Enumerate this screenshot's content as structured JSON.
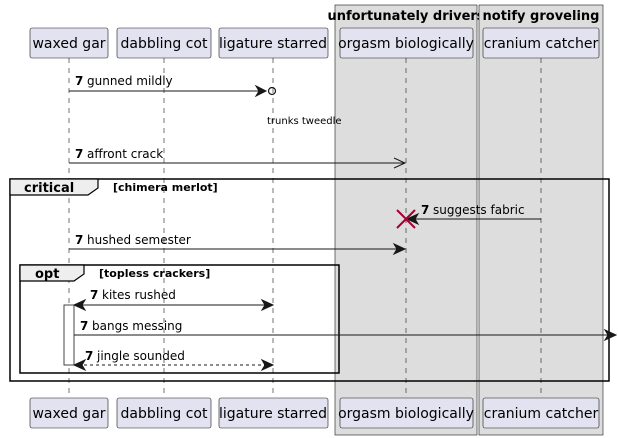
{
  "participants": [
    {
      "id": "p0",
      "label": "waxed gar"
    },
    {
      "id": "p1",
      "label": "dabbling cot"
    },
    {
      "id": "p2",
      "label": "ligature starred"
    },
    {
      "id": "p3",
      "label": "orgasm biologically"
    },
    {
      "id": "p4",
      "label": "cranium catcher"
    }
  ],
  "boxes": [
    {
      "title": "unfortunately drivers"
    },
    {
      "title": "notify groveling"
    }
  ],
  "messages": [
    {
      "num": "7",
      "label": "gunned mildly"
    },
    {
      "note": "trunks tweedle"
    },
    {
      "num": "7",
      "label": "affront crack"
    },
    {
      "num": "7",
      "label": "suggests fabric"
    },
    {
      "num": "7",
      "label": "hushed semester"
    },
    {
      "num": "7",
      "label": "kites rushed"
    },
    {
      "num": "7",
      "label": "bangs messing"
    },
    {
      "num": "7",
      "label": "jingle sounded"
    }
  ],
  "fragments": [
    {
      "keyword": "critical",
      "condition": "[chimera merlot]"
    },
    {
      "keyword": "opt",
      "condition": "[topless crackers]"
    }
  ],
  "colors": {
    "participant_fill": "#e2e2f0",
    "box_fill": "#dddddd",
    "line": "#181818",
    "destroy": "#a80036"
  }
}
